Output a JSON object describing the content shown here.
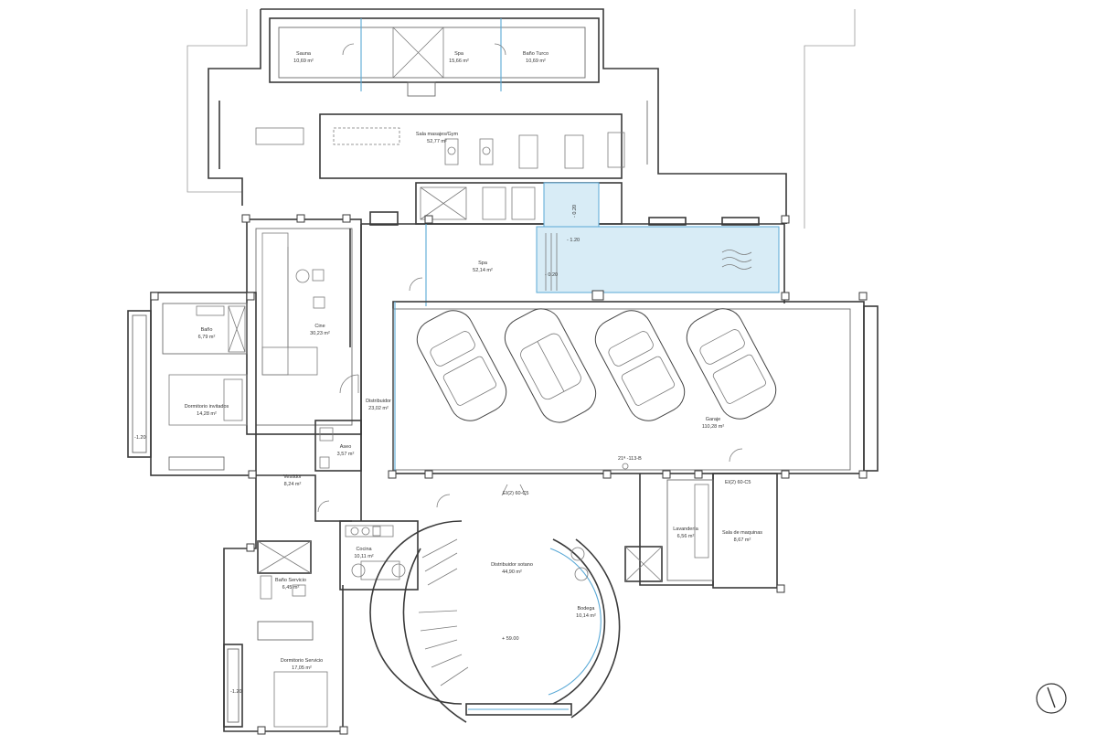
{
  "rooms": [
    {
      "id": "sauna",
      "name": "Sauna",
      "area": "10,69 m²"
    },
    {
      "id": "spa-top",
      "name": "Spa",
      "area": "15,66 m²"
    },
    {
      "id": "bano-turco",
      "name": "Baño Turco",
      "area": "10,69 m²"
    },
    {
      "id": "gym",
      "name": "Sala masajes/Gym",
      "area": "52,77 m²"
    },
    {
      "id": "spa",
      "name": "Spa",
      "area": "52,14 m²"
    },
    {
      "id": "bano",
      "name": "Baño",
      "area": "6,79 m²"
    },
    {
      "id": "cine",
      "name": "Cine",
      "area": "30,23 m²"
    },
    {
      "id": "dormitorio-invitados",
      "name": "Dormitorio invitados",
      "area": "14,28 m²"
    },
    {
      "id": "distribuidor",
      "name": "Distribuidor",
      "area": "23,02 m²"
    },
    {
      "id": "aseo",
      "name": "Aseo",
      "area": "3,57 m²"
    },
    {
      "id": "garaje",
      "name": "Garaje",
      "area": "110,28 m²"
    },
    {
      "id": "vestidor",
      "name": "Vestidor",
      "area": "8,24 m²"
    },
    {
      "id": "cocina",
      "name": "Cocina",
      "area": "10,11 m²"
    },
    {
      "id": "distribuidor-sotano",
      "name": "Distribuidor sotano",
      "area": "44,90 m²"
    },
    {
      "id": "lavanderia",
      "name": "Lavandería",
      "area": "6,56 m²"
    },
    {
      "id": "sala-maquinas",
      "name": "Sala de maquinas",
      "area": "8,67 m²"
    },
    {
      "id": "bano-servicio",
      "name": "Baño Servicio",
      "area": "6,45 m²"
    },
    {
      "id": "bodega",
      "name": "Bodega",
      "area": "10,14 m²"
    },
    {
      "id": "dormitorio-servicio",
      "name": "Dormitorio Servicio",
      "area": "17,05 m²"
    }
  ],
  "annotations": {
    "pool_depth_a": "- 1.20",
    "pool_depth_b": "- 0.20",
    "pool_depth_c": "- 0.20",
    "level_left": "-1.20",
    "level_bottom_left": "-1.20",
    "fire_door_a": "EI(2) 60-C5",
    "fire_door_b": "EI(2) 60-C5",
    "fire_extinguisher": "21ª -113-B",
    "level_stair": "+ 59.00"
  }
}
